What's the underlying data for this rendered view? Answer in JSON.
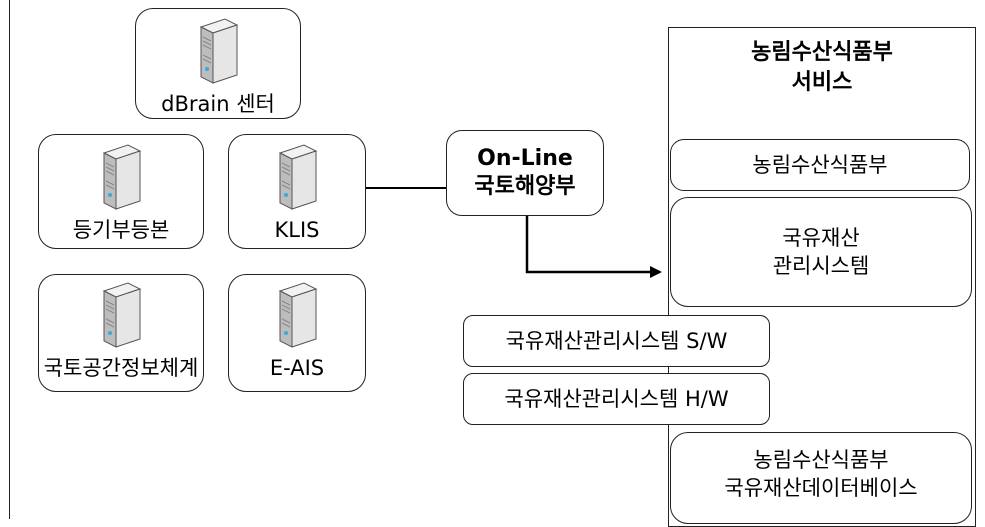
{
  "sources": {
    "dbrain": "dBrain 센터",
    "registry": "등기부등본",
    "klis": "KLIS",
    "nsdi": "국토공간정보체계",
    "eais": "E-AIS"
  },
  "hub": {
    "line1": "On-Line",
    "line2": "국토해양부"
  },
  "service_panel": {
    "title_line1": "농림수산식품부",
    "title_line2": "서비스",
    "ministry": "농림수산식품부",
    "system_line1": "국유재산",
    "system_line2": "관리시스템",
    "database_line1": "농림수산식품부",
    "database_line2": "국유재산데이터베이스"
  },
  "components": {
    "software": "국유재산관리시스템 S/W",
    "hardware": "국유재산관리시스템 H/W"
  },
  "colors": {
    "stroke": "#222222",
    "server_body": "#d9d9d9",
    "server_led": "#3ba7e0"
  }
}
